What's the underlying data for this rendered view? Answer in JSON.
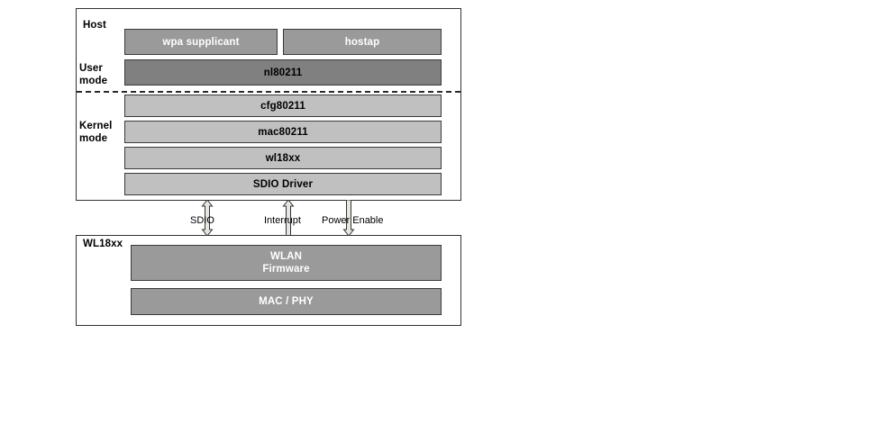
{
  "diagram": {
    "title": "WL18xx WLAN software architecture block diagram",
    "colors": {
      "mid_gray": "#9a9a9a",
      "dark_gray": "#808080",
      "light_gray": "#c0c0c0",
      "border": "#333333",
      "text_dark": "#000000",
      "text_light": "#ffffff"
    },
    "host": {
      "label": "Host",
      "user_mode_label_line1": "User",
      "user_mode_label_line2": "mode",
      "kernel_mode_label_line1": "Kernel",
      "kernel_mode_label_line2": "mode",
      "blocks": {
        "wpa_supplicant": "wpa supplicant",
        "hostap": "hostap",
        "nl80211": "nl80211",
        "cfg80211": "cfg80211",
        "mac80211": "mac80211",
        "wl18xx": "wl18xx",
        "sdio_driver": "SDIO Driver"
      }
    },
    "device": {
      "label": "WL18xx",
      "blocks": {
        "firmware_line1": "WLAN",
        "firmware_line2": "Firmware",
        "mac_phy": "MAC / PHY"
      }
    },
    "connectors": [
      {
        "label": "SDIO",
        "direction": "bidirectional"
      },
      {
        "label": "Interrupt",
        "direction": "up"
      },
      {
        "label": "Power Enable",
        "direction": "down"
      }
    ]
  }
}
